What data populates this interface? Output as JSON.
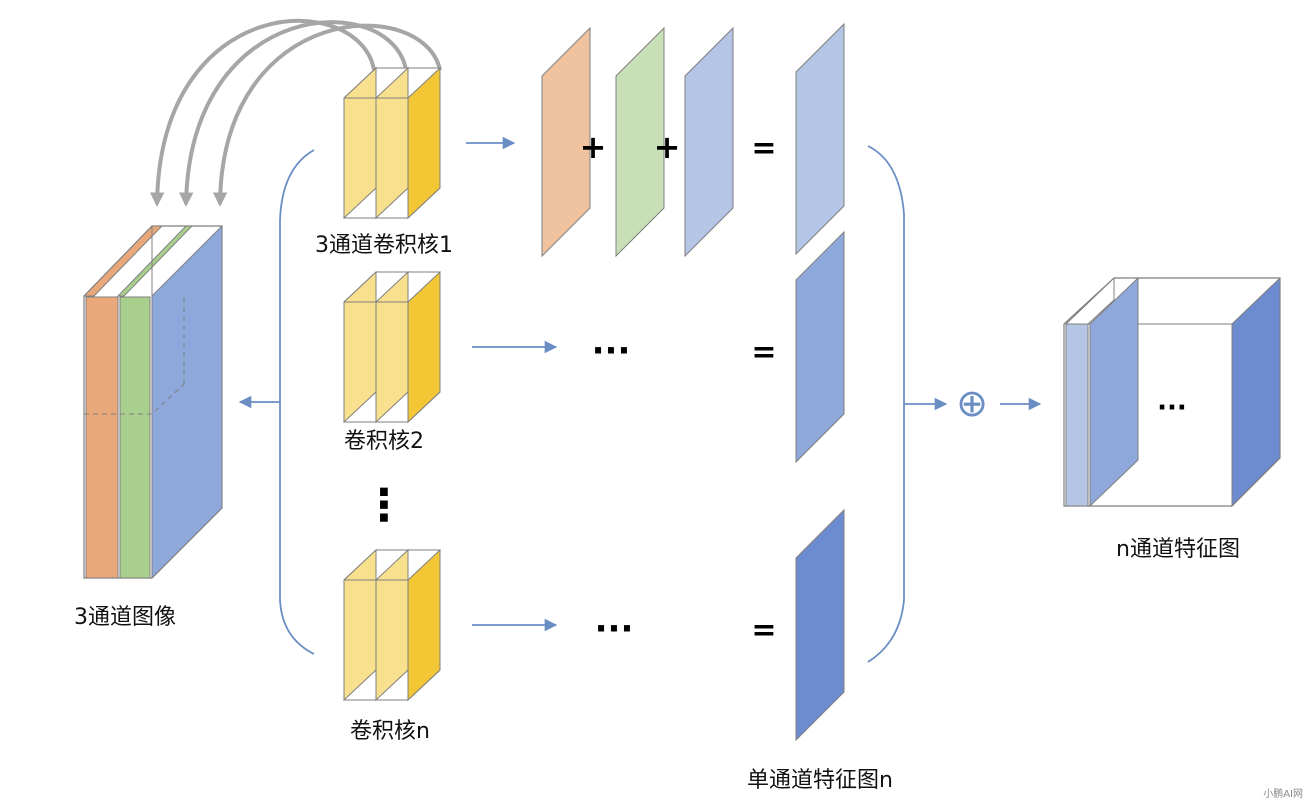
{
  "labels": {
    "input_image": "3通道图像",
    "kernel_1": "3通道卷积核1",
    "kernel_2": "卷积核2",
    "kernel_n": "卷积核n",
    "single_channel_maps": "单通道特征图n",
    "output_map": "n通道特征图"
  },
  "symbols": {
    "plus": "+",
    "equals": "=",
    "ellipsis": "···",
    "vertical_dots": "⋮",
    "direct_sum": "⊕"
  },
  "watermark": "小鹏AI网",
  "colors": {
    "orange_channel": "#E9A87A",
    "green_channel": "#A9CF8C",
    "blue_channel": "#8EA8DC",
    "kernel_light": "#F9E08E",
    "kernel_dark": "#F2C634",
    "feature_light": "#B5C5E6",
    "feature_mid": "#8EA8DC",
    "feature_dark": "#6D8BCF",
    "arrow_blue": "#6A8EC4",
    "curve_gray": "#A6A6A6"
  }
}
